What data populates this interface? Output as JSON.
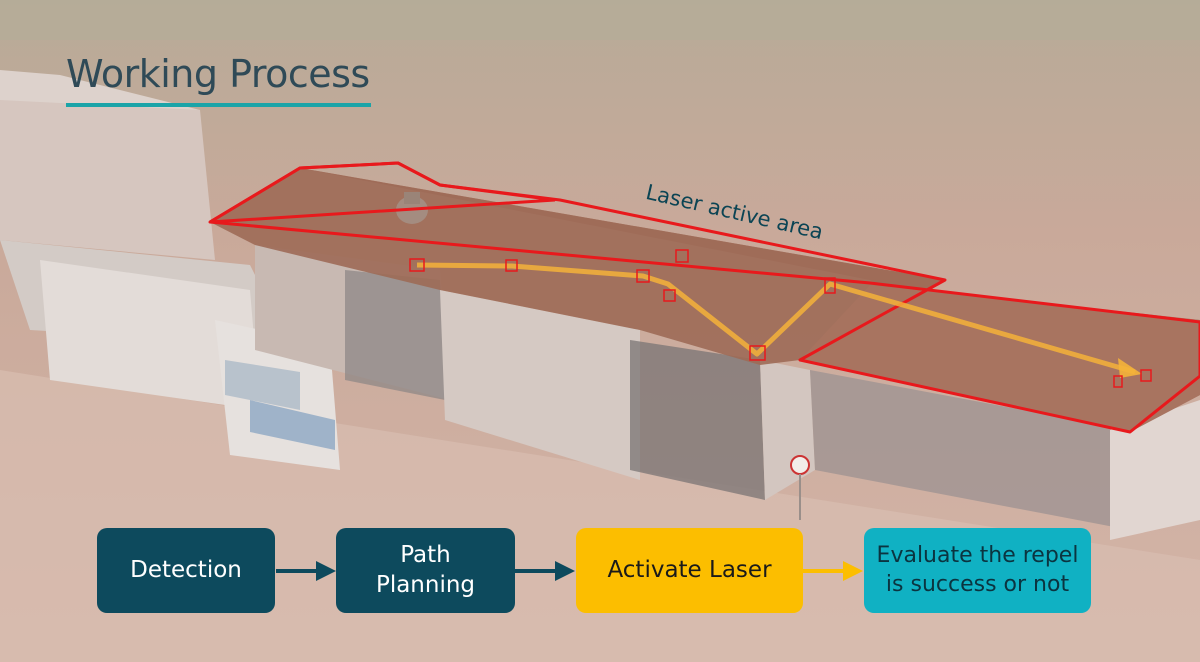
{
  "title": "Working Process",
  "area_label": "Laser active area",
  "steps": [
    {
      "label": "Detection"
    },
    {
      "label": "Path\nPlanning"
    },
    {
      "label": "Activate Laser"
    },
    {
      "label": "Evaluate the repel\nis success or not"
    }
  ],
  "colors": {
    "title_underline": "#1aa4a8",
    "step_dark": "#0d4a5d",
    "step_yellow": "#fcbe00",
    "step_teal": "#10b1c3",
    "active_area_outline": "#e8191c",
    "laser_path": "#f4b23a",
    "target_box": "#e8191c"
  },
  "icons": [
    "arrow-right-icon"
  ]
}
